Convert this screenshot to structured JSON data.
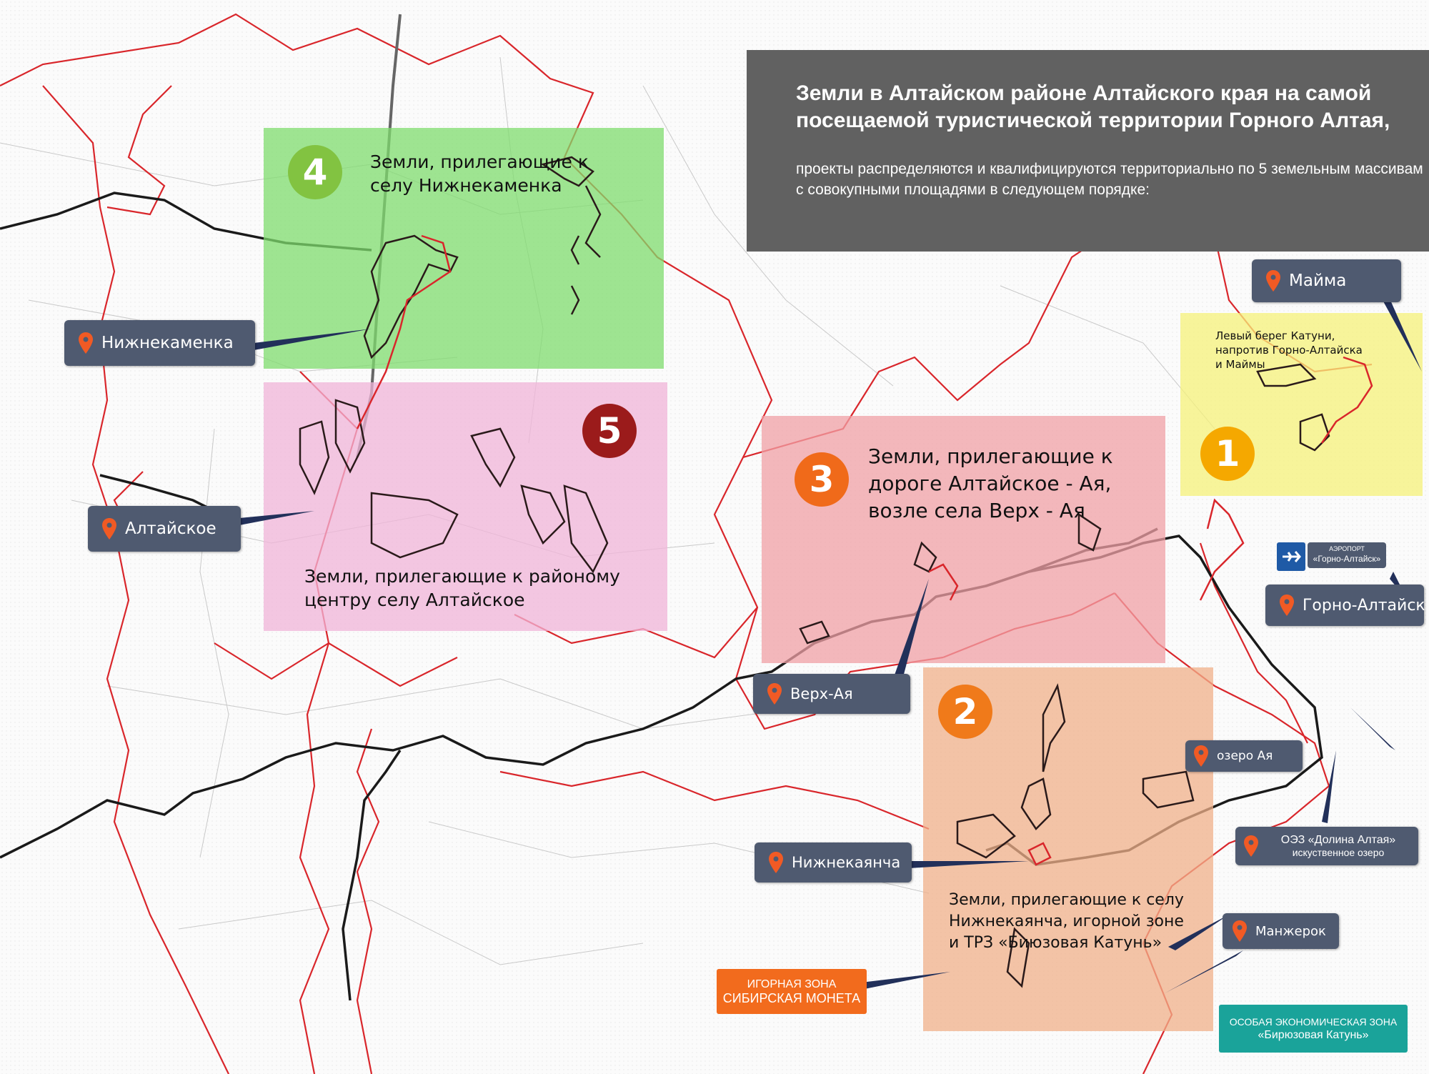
{
  "info_panel": {
    "title": "Земли в Алтайском районе Алтайского края на самой посещаемой туристической территории Горного Алтая,",
    "body": "проекты распределяются и квалифицируются территориально по 5 земельным массивам с совокупными площадями в следующем порядке:"
  },
  "zones": {
    "z1": {
      "number": "1",
      "text": "Левый берег Катуни, напротив Горно-Алтайска и Маймы"
    },
    "z2": {
      "number": "2",
      "text": "Земли, прилегающие к селу Нижнекаянча, игорной зоне и  ТРЗ «Биюзовая Катунь»"
    },
    "z3": {
      "number": "3",
      "text": "Земли, прилегающие к дороге Алтайское - Ая, возле села Верх - Ая"
    },
    "z4": {
      "number": "4",
      "text": "Земли, прилегающие к селу Нижнекаменка"
    },
    "z5": {
      "number": "5",
      "text": "Земли, прилегающие к районому центру селу Алтайское"
    }
  },
  "places": {
    "nizhnekamenka": "Нижнекаменка",
    "altayskoe": "Алтайское",
    "maima": "Майма",
    "gorno_altaysk": "Горно-Алтайск",
    "verkh_aya": "Верх-Ая",
    "ozero_aya": "озеро Ая",
    "nizhnekayancha": "Нижнекаянча",
    "manzherok": "Манжерок"
  },
  "airport": {
    "line1": "АЭРОПОРТ",
    "line2": "«Горно-Алтайск»"
  },
  "oez_dolina": {
    "line1": "ОЭЗ «Долина Алтая»",
    "line2": "искуственное озеро"
  },
  "gambling_zone": {
    "line1": "ИГОРНАЯ ЗОНА",
    "line2": "СИБИРСКАЯ МОНЕТА"
  },
  "oez_katun": {
    "line1": "ОСОБАЯ ЭКОНОМИЧЕСКАЯ ЗОНА",
    "line2": "«Бирюзовая Катунь»"
  },
  "colors": {
    "zone1": "#f5f27a",
    "zone2": "#f0b08a",
    "zone3": "#f0a0a6",
    "zone4": "#7fdc6e",
    "zone5": "#f0b4d8",
    "badge1": "#f5a800",
    "badge2": "#f07a1a",
    "badge3": "#f06a1a",
    "badge4": "#82c341",
    "badge5": "#9b1b1b",
    "label_bg": "#4f5a70",
    "pin": "#f15a24",
    "border": "#d9262b",
    "road": "#1a1a1a",
    "gambling_bg": "#f26b1d",
    "oez_katun_bg": "#1aa39a",
    "info_bg": "#616161"
  }
}
